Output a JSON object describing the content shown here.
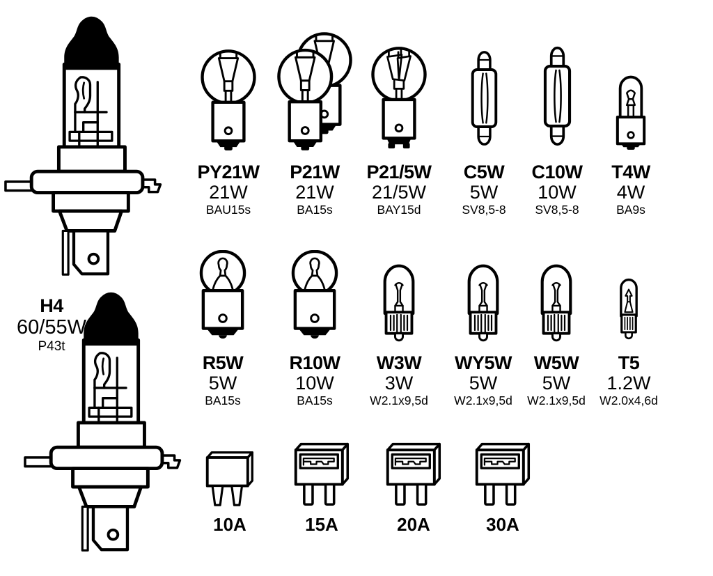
{
  "background": "#ffffff",
  "line_color": "#000000",
  "headlight": {
    "name": "H4",
    "watt": "60/55W",
    "socket": "P43t",
    "type": "halogen-headlight-bulb",
    "drawn_count": 2
  },
  "bulbs_top": [
    {
      "name": "PY21W",
      "watt": "21W",
      "socket": "BAU15s",
      "type": "ball-bulb"
    },
    {
      "name": "P21W",
      "watt": "21W",
      "socket": "BA15s",
      "type": "ball-bulb-pair"
    },
    {
      "name": "P21/5W",
      "watt": "21/5W",
      "socket": "BAY15d",
      "type": "dual-filament-ball-bulb"
    },
    {
      "name": "C5W",
      "watt": "5W",
      "socket": "SV8,5-8",
      "type": "festoon-bulb"
    },
    {
      "name": "C10W",
      "watt": "10W",
      "socket": "SV8,5-8",
      "type": "festoon-bulb"
    },
    {
      "name": "T4W",
      "watt": "4W",
      "socket": "BA9s",
      "type": "miniature-bayonet-bulb"
    }
  ],
  "bulbs_middle": [
    {
      "name": "R5W",
      "watt": "5W",
      "socket": "BA15s",
      "type": "small-ball-bulb"
    },
    {
      "name": "R10W",
      "watt": "10W",
      "socket": "BA15s",
      "type": "small-ball-bulb"
    },
    {
      "name": "W3W",
      "watt": "3W",
      "socket": "W2.1x9,5d",
      "type": "wedge-bulb"
    },
    {
      "name": "WY5W",
      "watt": "5W",
      "socket": "W2.1x9,5d",
      "type": "wedge-bulb"
    },
    {
      "name": "W5W",
      "watt": "5W",
      "socket": "W2.1x9,5d",
      "type": "wedge-bulb"
    },
    {
      "name": "T5",
      "watt": "1.2W",
      "socket": "W2.0x4,6d",
      "type": "mini-wedge-bulb"
    }
  ],
  "fuses": [
    {
      "label": "10A",
      "type": "mini-blade-fuse"
    },
    {
      "label": "15A",
      "type": "blade-fuse"
    },
    {
      "label": "20A",
      "type": "blade-fuse"
    },
    {
      "label": "30A",
      "type": "blade-fuse"
    }
  ]
}
